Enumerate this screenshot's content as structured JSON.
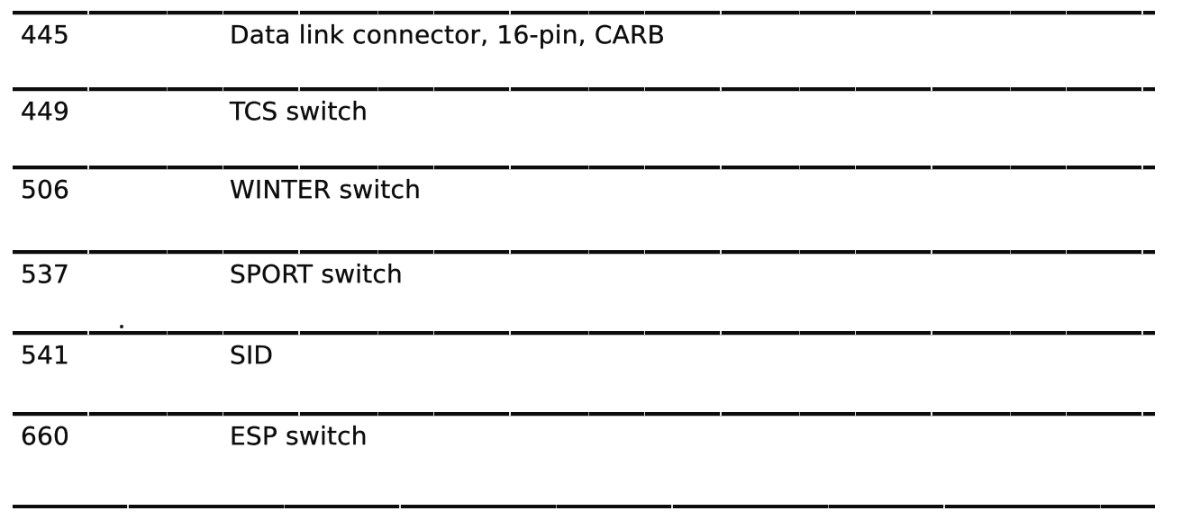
{
  "page": {
    "background": "#ffffff",
    "ink_color": "#0d0d0d"
  },
  "table": {
    "rows": [
      {
        "code": "445",
        "description": "Data link connector, 16-pin, CARB"
      },
      {
        "code": "449",
        "description": "TCS switch"
      },
      {
        "code": "506",
        "description": "WINTER switch"
      },
      {
        "code": "537",
        "description": "SPORT switch"
      },
      {
        "code": "541",
        "description": "SID"
      },
      {
        "code": "660",
        "description": "ESP switch"
      }
    ]
  }
}
